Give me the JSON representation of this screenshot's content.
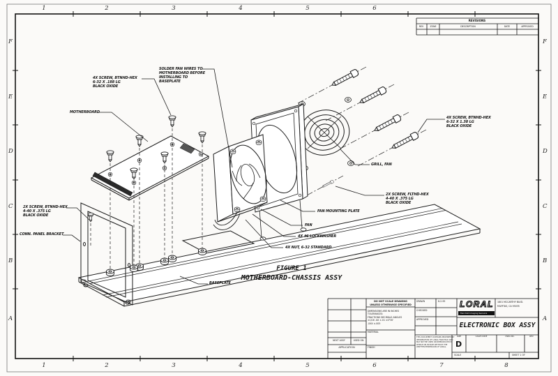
{
  "colors": {
    "ink": "#1a1a1a",
    "paper": "#ffffff"
  },
  "zones": {
    "top": [
      "1",
      "2",
      "3",
      "4",
      "5",
      "6"
    ],
    "bottom": [
      "1",
      "2",
      "3",
      "4",
      "5",
      "6",
      "7",
      "8"
    ],
    "left": [
      "F",
      "E",
      "D",
      "C",
      "B",
      "A"
    ],
    "right": [
      "F",
      "E",
      "D",
      "C",
      "B",
      "A"
    ]
  },
  "revisions": {
    "title": "REVISIONS",
    "rev": "REV",
    "zone": "ZONE",
    "description": "DESCRIPTION",
    "date": "DATE",
    "approved": "APPROVED"
  },
  "callouts": {
    "motherboard": "MOTHERBOARD",
    "screws_top_1": "4X SCREW, BTNHD-HEX",
    "screws_top_2": "6-32 X .188 LG",
    "screws_top_3": "BLACK OXIDE",
    "solder_1": "SOLDER FAN WIRES TO",
    "solder_2": "MOTHERBOARD BEFORE",
    "solder_3": "INSTALLING TO",
    "solder_4": "BASEPLATE",
    "screws_right_1": "4X SCREW, BTNHD-HEX",
    "screws_right_2": "6-32 X 1.38 LG",
    "screws_right_3": "BLACK OXIDE",
    "grill": "GRILL, FAN",
    "screws_flt_1": "2X SCREW, FLTHD-HEX",
    "screws_flt_2": "4-40 X .375 LG",
    "screws_flt_3": "BLACK OXIDE",
    "plate": "FAN MOUNTING PLATE",
    "fan": "FAN",
    "lockwasher": "4X #6 LOCKWASHER",
    "nut": "4X NUT, 6-32 STANDARD",
    "screws_left_1": "2X SCREW, BTNHD-HEX",
    "screws_left_2": "4-40 X .375 LG",
    "screws_left_3": "BLACK OXIDE",
    "bracket": "CONN. PANEL BRACKET",
    "baseplate": "BASEPLATE"
  },
  "figure": {
    "line1": "FIGURE 1",
    "line2": "MOTHERBOARD-CHASSIS ASSY"
  },
  "title_block": {
    "do_not_scale": "DO NOT SCALE DRAWING",
    "unless": "UNLESS OTHERWISE SPECIFIED",
    "specs": [
      "DIMENSIONS ARE IN INCHES",
      "TOLERANCES:",
      "FRACTIONS   DECIMALS   ANGLES",
      "±1/16      .XX ±.01    ±0°30'",
      "           .XXX ±.005"
    ],
    "material_label": "MATERIAL",
    "finish_label": "FINISH",
    "drawn_label": "DRAWN",
    "checked_label": "CHECKED",
    "approved_label": "APPROVED",
    "date_value": "8-2-95",
    "next_assy": "NEXT ASSY",
    "used_on": "USED ON",
    "application": "APPLICATION",
    "company": "LORAL",
    "company_sub": "Fairchild Imaging Sensors",
    "address1": "1801 MCCARTHY BLVD.",
    "address2": "MILPITAS, CA 95035",
    "drawing_title": "ELECTRONIC BOX ASSY",
    "size_label": "SIZE",
    "size_value": "D",
    "cage_label": "CAGE CODE",
    "dwg_label": "DWG NO.",
    "rev_label": "REV",
    "scale_label": "SCALE",
    "sheet_label": "SHEET 1 OF",
    "proprietary": [
      "THIS DOCUMENT CONTAINS PROPRIETARY",
      "INFORMATION OF LORAL FAIRCHILD AND",
      "MAY NOT BE USED OR REPRODUCED IN",
      "WHOLE OR IN PART WITHOUT THE",
      "WRITTEN PERMISSION OF LORAL."
    ]
  }
}
